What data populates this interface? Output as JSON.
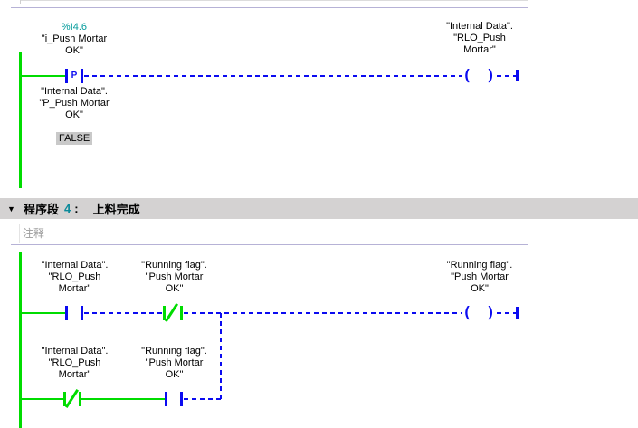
{
  "colors": {
    "power_flow_green": "#00dc00",
    "inactive_blue": "#0b0bf0",
    "address_teal": "#009a9a",
    "header_bg": "#d4d2d2",
    "monitor_bg": "#c9c9c9",
    "separator_lavender": "#b6b2d6"
  },
  "top_network": {
    "input_contact": {
      "address": "%I4.6",
      "line1": "\"i_Push Mortar",
      "line2": "OK\"",
      "edge_label": "P"
    },
    "edge_memory": {
      "line1": "\"Internal Data\".",
      "line2": "\"P_Push Mortar",
      "line3": "OK\"",
      "monitor_value": "FALSE"
    },
    "output_coil": {
      "line1": "\"Internal Data\".",
      "line2": "\"RLO_Push",
      "line3": "Mortar\""
    }
  },
  "network_header": {
    "collapse_icon": "▼",
    "prefix": "程序段",
    "number": "4",
    "colon": ":",
    "title": "上料完成"
  },
  "comment": {
    "placeholder": "注释"
  },
  "network4": {
    "row1": {
      "contact1": {
        "line1": "\"Internal Data\".",
        "line2": "\"RLO_Push",
        "line3": "Mortar\""
      },
      "contact2": {
        "line1": "\"Running flag\".",
        "line2": "\"Push Mortar",
        "line3": "OK\""
      },
      "coil": {
        "line1": "\"Running flag\".",
        "line2": "\"Push Mortar",
        "line3": "OK\""
      }
    },
    "row2": {
      "contact1": {
        "line1": "\"Internal Data\".",
        "line2": "\"RLO_Push",
        "line3": "Mortar\""
      },
      "contact2": {
        "line1": "\"Running flag\".",
        "line2": "\"Push Mortar",
        "line3": "OK\""
      }
    }
  }
}
